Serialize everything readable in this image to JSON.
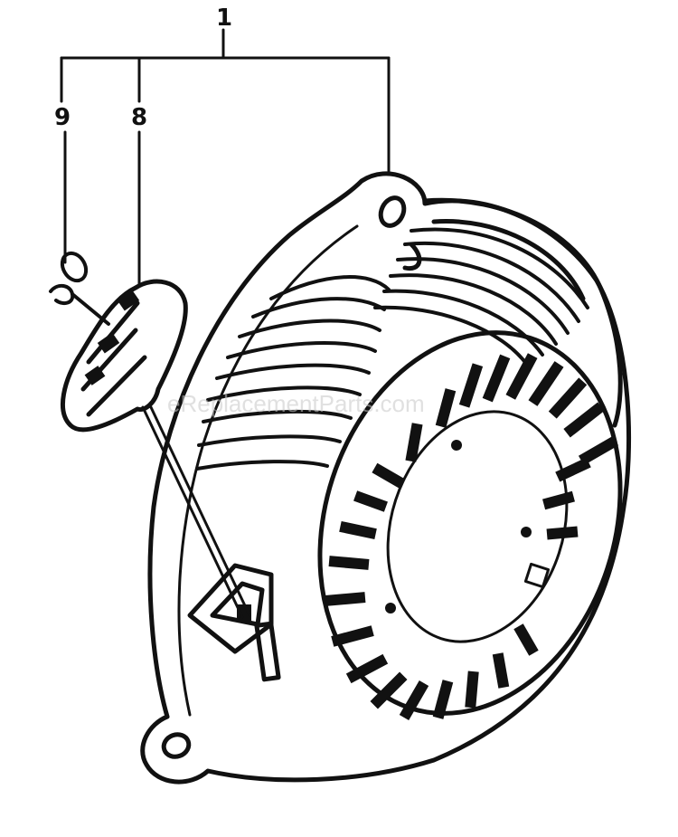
{
  "callouts": {
    "assembly": "1",
    "handle": "8",
    "knot_clip": "9"
  },
  "watermark": "eReplacementParts.com",
  "colors": {
    "ink": "#111111",
    "paper": "#ffffff",
    "watermark": "#c8c8c8"
  }
}
